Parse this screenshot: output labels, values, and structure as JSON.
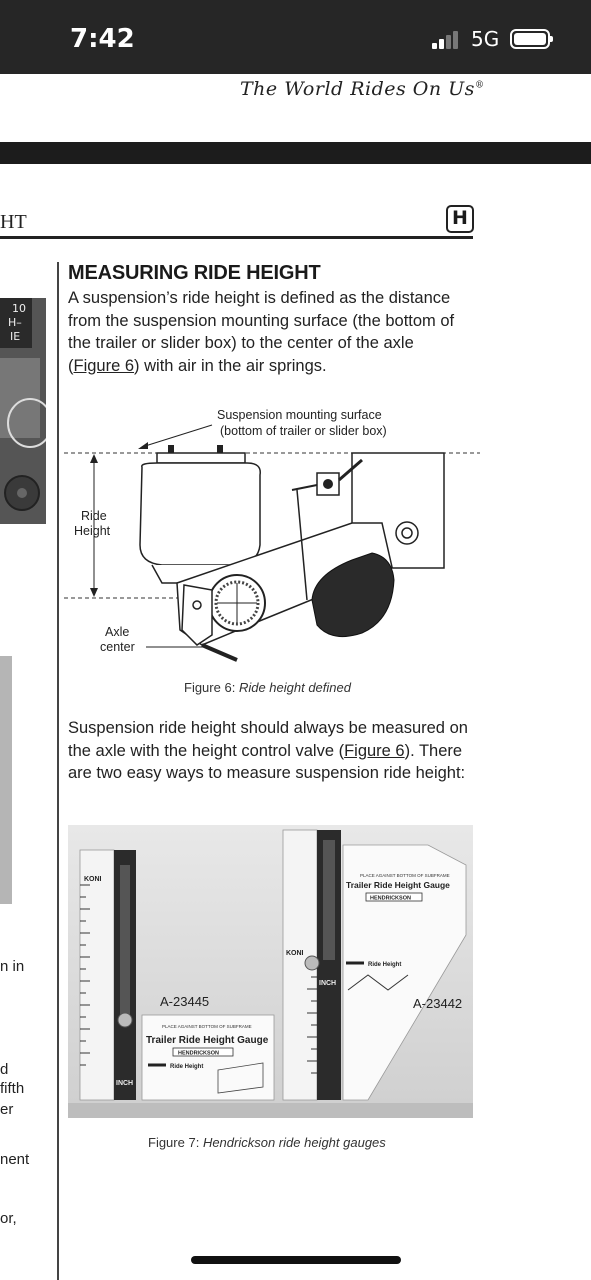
{
  "status_bar": {
    "time": "7:42",
    "network": "5G"
  },
  "header": {
    "tagline": "The World Rides On Us",
    "tagline_mark": "®",
    "section_tail": "HT",
    "logo": "H"
  },
  "left_column": {
    "fragments": [
      "n in",
      "d",
      "fifth",
      "er",
      "nent",
      "or,"
    ]
  },
  "article": {
    "heading": "MEASURING RIDE HEIGHT",
    "p1_text": "A suspension’s ride height is defined as the distance from the suspension mounting surface (the bottom of the trailer or slider box) to the center of the axle (",
    "p1_link": "Figure 6",
    "p1_end": ") with air in the air springs.",
    "p2_text": "Suspension ride height should always be measured on the axle with the height control valve (",
    "p2_link": "Figure 6",
    "p2_end": "). There are two easy ways to measure suspension ride height:"
  },
  "figure6": {
    "label_mount_1": "Suspension mounting surface",
    "label_mount_2": "(bottom of trailer or slider box)",
    "label_ride": "Ride",
    "label_height": "Height",
    "label_axle": "Axle",
    "label_center": "center",
    "caption_num": "Figure 6:",
    "caption_text": "Ride height defined"
  },
  "figure7": {
    "gauge_left_id": "A-23445",
    "gauge_right_id": "A-23442",
    "card_place": "PLACE AGAINST BOTTOM OF SUBFRAME",
    "card_title": "Trailer Ride Height Gauge",
    "card_brand": "HENDRICKSON",
    "card_ride": "Ride Height",
    "gauge_koni": "KONI",
    "gauge_inch": "INCH",
    "caption_num": "Figure 7:",
    "caption_text": "Hendrickson ride height gauges"
  }
}
